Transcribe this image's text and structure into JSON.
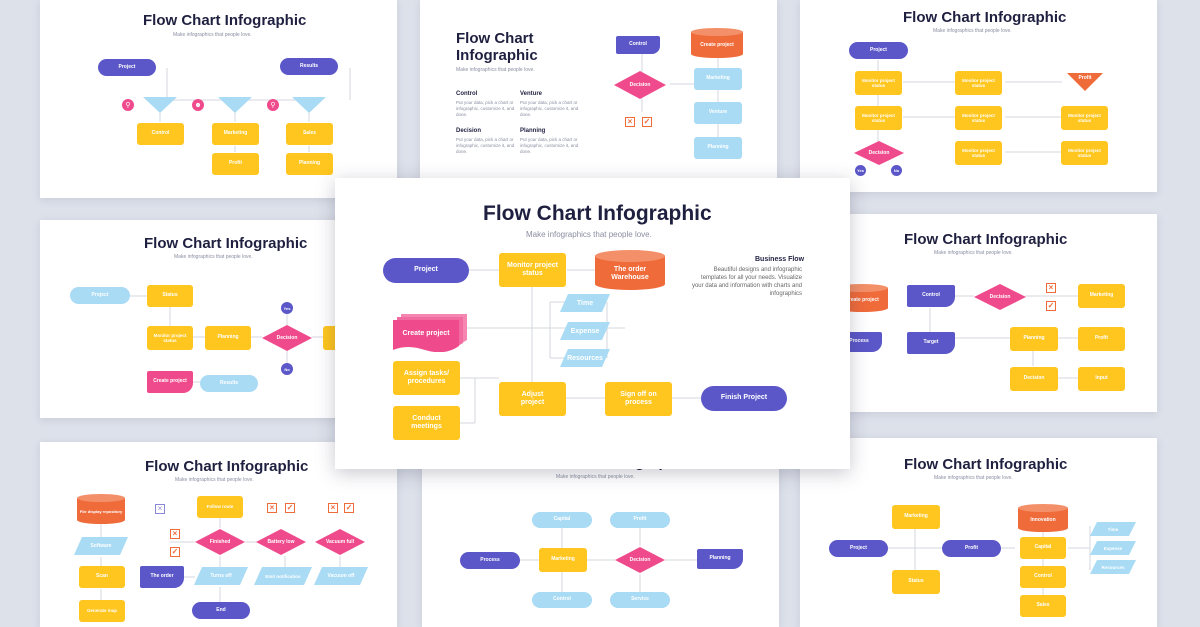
{
  "common": {
    "title": "Flow Chart Infographic",
    "subtitle": "Make infographics that people love.",
    "title_two_line_1": "Flow Chart",
    "title_two_line_2": "Infographic"
  },
  "colors": {
    "background": "#dde1ea",
    "purple": "#5b57c8",
    "yellow": "#ffc61f",
    "pink": "#ef4b8c",
    "orange": "#f06b3a",
    "light_blue": "#a9dbf5",
    "title": "#1f2040"
  },
  "s1": {
    "project": "Project",
    "results": "Results",
    "control": "Control",
    "marketing": "Marketing",
    "profit": "Profit",
    "sales": "Sales",
    "planning": "Planning",
    "icons": [
      "search-icon",
      "user-icon",
      "search-icon"
    ]
  },
  "s2": {
    "control": "Control",
    "create_project": "Create project",
    "decision": "Decision",
    "marketing": "Marketing",
    "venture": "Venture",
    "planning": "Planning",
    "text_items": [
      {
        "heading": "Control",
        "body": "Put your data, pick a chart or infographic, customize it, and done."
      },
      {
        "heading": "Venture",
        "body": "Put your data, pick a chart or infographic, customize it, and done."
      },
      {
        "heading": "Decision",
        "body": "Put your data, pick a chart or infographic, customize it, and done."
      },
      {
        "heading": "Planning",
        "body": "Put your data, pick a chart or infographic, customize it, and done."
      }
    ]
  },
  "s3": {
    "project": "Project",
    "monitor": "Monitor project status",
    "profit": "Profit",
    "decision": "Decision",
    "yes": "Yes",
    "no": "No"
  },
  "s4": {
    "project": "Project",
    "status": "Status",
    "monitor": "Monitor project status",
    "planning": "Planning",
    "decision": "Decision",
    "create_project": "Create project",
    "results": "Results",
    "yes": "Yes",
    "no": "No"
  },
  "s5": {
    "project": "Project",
    "monitor": "Monitor project status",
    "warehouse": "The order Warehouse",
    "time": "Time",
    "expense": "Expense",
    "resources": "Resources",
    "create_project": "Create project",
    "assign": "Assign tasks/ procedures",
    "conduct": "Conduct meetings",
    "adjust": "Adjust project",
    "signoff": "Sign off on process",
    "finish": "Finish Project",
    "bf_heading": "Business Flow",
    "bf_text": "Beautiful designs and infographic templates for all your needs. Visualize your data and information with charts and infographics"
  },
  "s6": {
    "create_project": "Create project",
    "control": "Control",
    "decision": "Decision",
    "marketing": "Marketing",
    "process": "Process",
    "target": "Target",
    "planning": "Planning",
    "profit": "Profit",
    "decision2": "Decision",
    "input": "Input"
  },
  "s7": {
    "file_display": "File display repository",
    "software": "Software",
    "scan": "Scan",
    "generate": "Generate map",
    "follow": "Follow route",
    "finished": "Finished",
    "battery": "Battery low",
    "vacuum_full": "Vacuum full",
    "the_order": "The order",
    "turn_off": "Turns off",
    "emit": "Emit notification",
    "vacuum_off": "Vacuum off",
    "end": "End"
  },
  "s8": {
    "capital": "Capital",
    "profit": "Profit",
    "process": "Process",
    "marketing": "Marketing",
    "decision": "Decision",
    "planning": "Planning",
    "control": "Control",
    "service": "Service"
  },
  "s9": {
    "marketing": "Marketing",
    "project": "Project",
    "profit": "Profit",
    "status": "Status",
    "innovation": "Innovation",
    "capital": "Capital",
    "control": "Control",
    "sales": "Sales",
    "time": "Time",
    "expense": "Expense",
    "resources": "Resources"
  }
}
